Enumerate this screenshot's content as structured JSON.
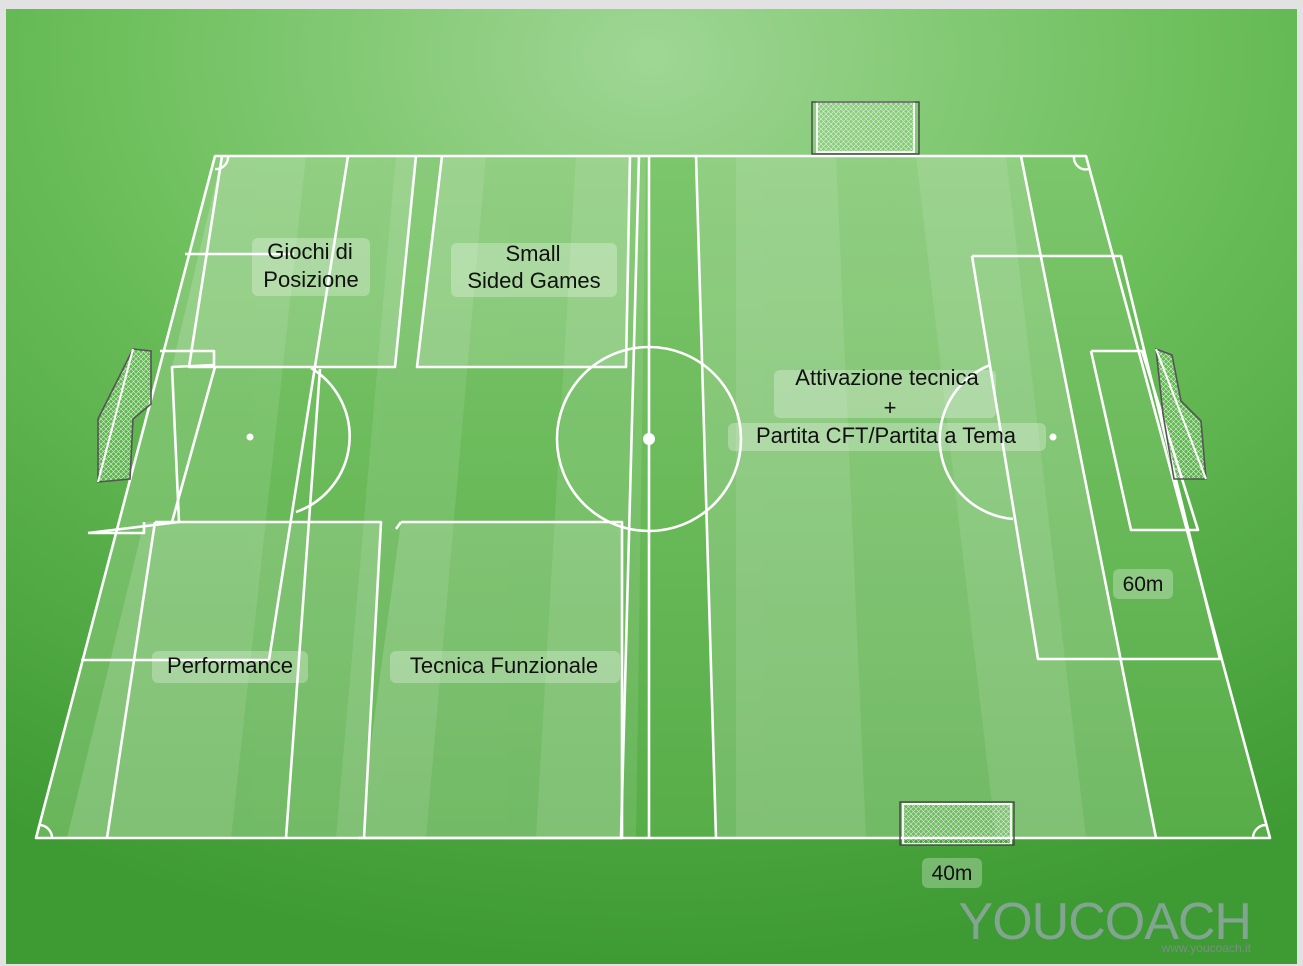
{
  "zones": {
    "positional_games": [
      "Giochi di",
      "Posizione"
    ],
    "small_sided": [
      "Small",
      "Sided Games"
    ],
    "activation": [
      "Attivazione tecnica",
      "+",
      "Partita CFT/Partita a Tema"
    ],
    "performance": "Performance",
    "functional_technique": "Tecnica Funzionale"
  },
  "dimensions": {
    "length": "60m",
    "width": "40m"
  },
  "logo": {
    "brand": "YOUCOACH",
    "url": "www.youcoach.it"
  },
  "colors": {
    "grass_light": "#a8d89a",
    "grass_mid": "#6fbc5c",
    "grass_dark": "#3f8f32",
    "line": "#ffffff",
    "label_bg": "rgba(255,255,255,0.28)",
    "logo_text": "#8fa7a3"
  }
}
